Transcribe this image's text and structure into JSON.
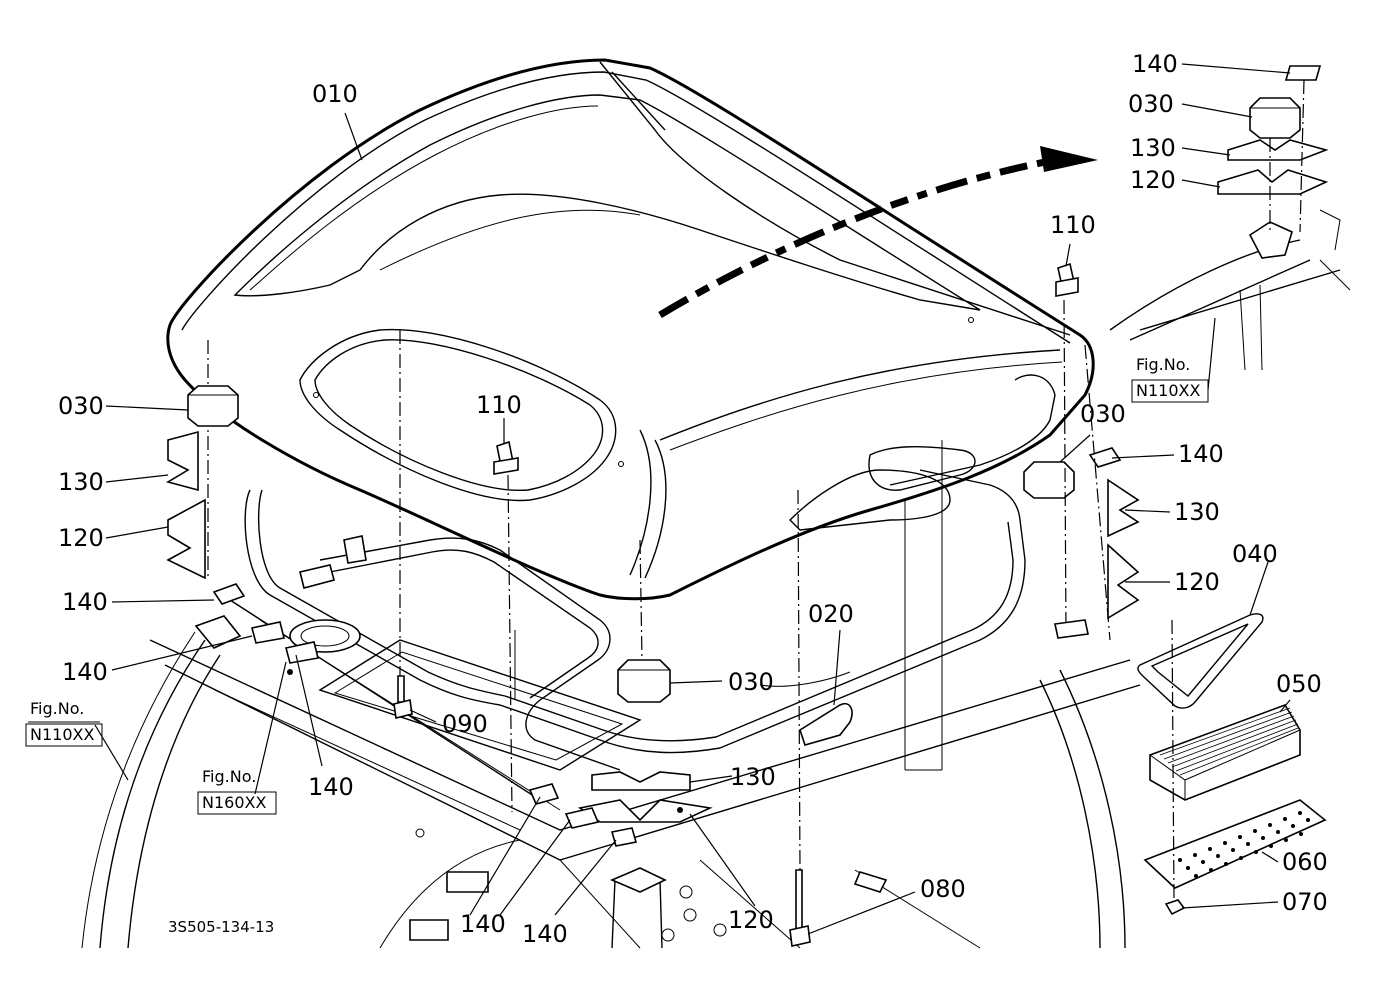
{
  "labels": {
    "l010": "010",
    "l020": "020",
    "l030_left": "030",
    "l030_center": "030",
    "l030_right": "030",
    "l030_top": "030",
    "l040": "040",
    "l050": "050",
    "l060": "060",
    "l070": "070",
    "l080": "080",
    "l090": "090",
    "l110_center": "110",
    "l110_right": "110",
    "l120_left": "120",
    "l120_right": "120",
    "l120_top": "120",
    "l120_bottom": "120",
    "l130_left": "130",
    "l130_right": "130",
    "l130_top": "130",
    "l130_bottom": "130",
    "l140_top": "140",
    "l140_right": "140",
    "l140_left1": "140",
    "l140_left2": "140",
    "l140_mid": "140",
    "l140_bottom1": "140",
    "l140_bottom2": "140"
  },
  "refs": {
    "fig_left_line1": "Fig.No.",
    "fig_left_line2": "N110XX",
    "fig_mid_line1": "Fig.No.",
    "fig_mid_line2": "N160XX",
    "fig_right_line1": "Fig.No.",
    "fig_right_line2": "N110XX"
  },
  "drawing_number": "3S505-134-13"
}
